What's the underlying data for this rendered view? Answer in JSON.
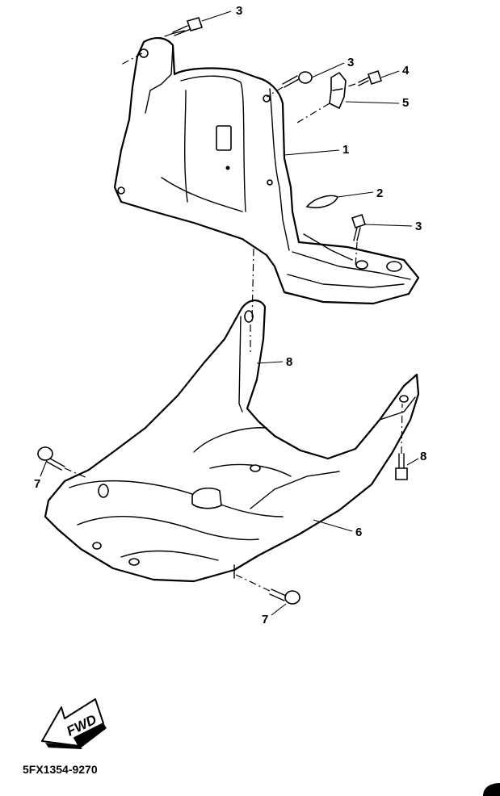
{
  "diagram": {
    "callouts": [
      {
        "id": "c3a",
        "label": "3"
      },
      {
        "id": "c3b",
        "label": "3"
      },
      {
        "id": "c4",
        "label": "4"
      },
      {
        "id": "c5",
        "label": "5"
      },
      {
        "id": "c1",
        "label": "1"
      },
      {
        "id": "c2",
        "label": "2"
      },
      {
        "id": "c3c",
        "label": "3"
      },
      {
        "id": "c8a",
        "label": "8"
      },
      {
        "id": "c8b",
        "label": "8"
      },
      {
        "id": "c7a",
        "label": "7"
      },
      {
        "id": "c6",
        "label": "6"
      },
      {
        "id": "c7b",
        "label": "7"
      }
    ],
    "fwd_label": "FWD",
    "part_code": "5FX1354-9270"
  }
}
